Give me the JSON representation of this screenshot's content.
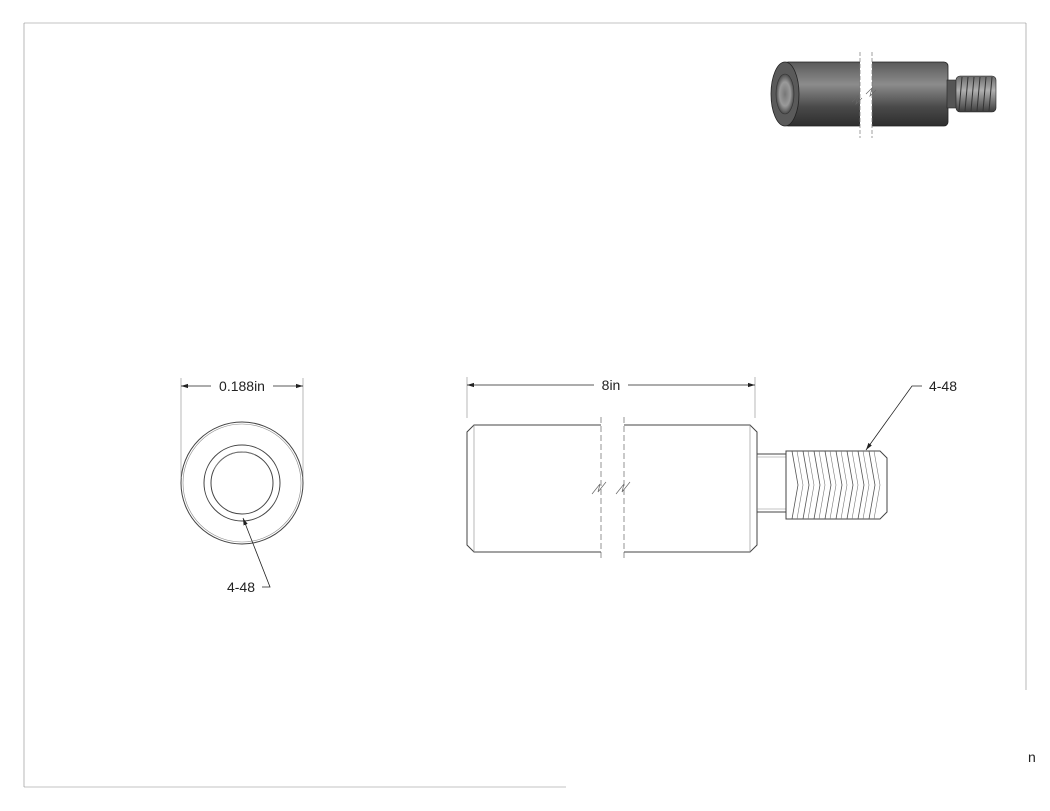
{
  "drawing": {
    "front_view": {
      "diameter_label": "0.188in",
      "thread_callout": "4-48"
    },
    "side_view": {
      "length_label": "8in",
      "thread_callout": "4-48"
    },
    "edge_fragment": "n"
  },
  "colors": {
    "line": "#444444",
    "frame": "#888888",
    "iso_body_dark": "#3a3a3a",
    "iso_body_light": "#8a8a8a"
  }
}
